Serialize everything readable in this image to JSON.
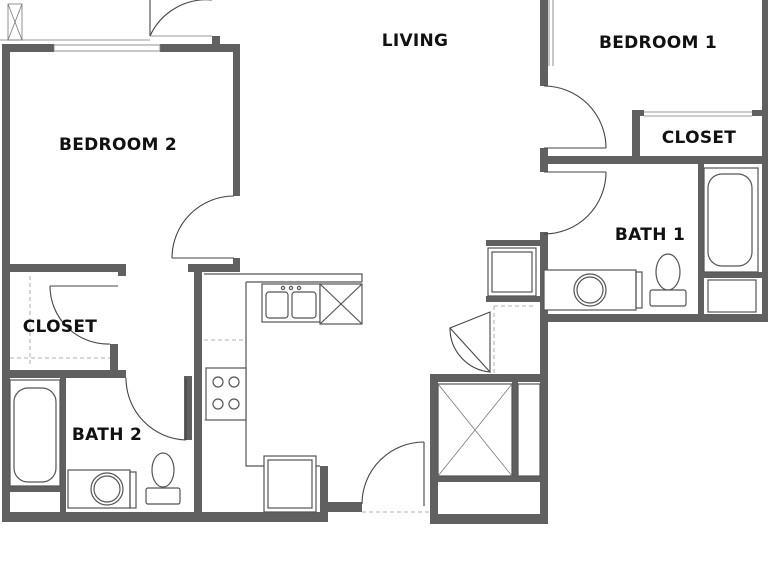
{
  "labels": {
    "living": "LIVING",
    "bedroom1": "BEDROOM 1",
    "bedroom2": "BEDROOM 2",
    "closet1": "CLOSET",
    "closet2": "CLOSET",
    "bath1": "BATH 1",
    "bath2": "BATH 2"
  },
  "colors": {
    "wall": "#606060",
    "fixture_line": "#555555",
    "background": "#ffffff"
  }
}
